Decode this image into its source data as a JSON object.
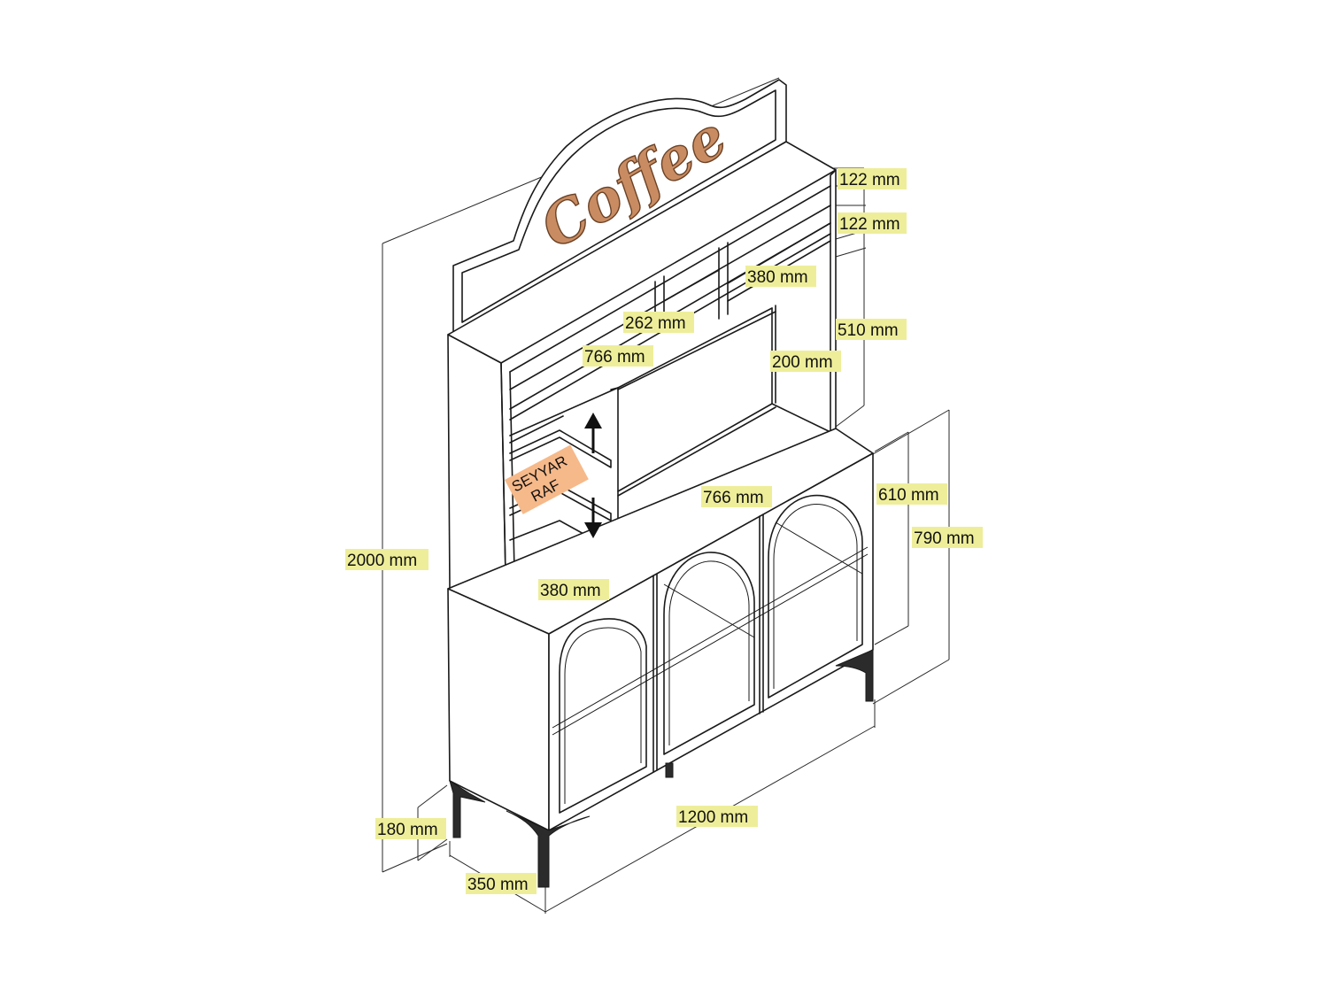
{
  "logo": {
    "text": "Coffee",
    "color": "#c98c62"
  },
  "shelf_tag": {
    "line1": "SEYYAR",
    "line2": "RAF",
    "color": "#f6b98a"
  },
  "label_color": "#eeee9a",
  "dimensions": {
    "top_panel": "122 mm",
    "top_shelf": "122 mm",
    "upper_right_depth": "380 mm",
    "upper_mid_width": "262 mm",
    "upper_right_height": "510 mm",
    "upper_width": "766 mm",
    "upper_inner_depth": "200 mm",
    "mid_width": "766 mm",
    "hutch_height": "610 mm",
    "cabinet_height": "790 mm",
    "total_height": "2000 mm",
    "lower_depth": "380 mm",
    "total_width": "1200 mm",
    "leg_height": "180 mm",
    "total_depth": "350 mm"
  }
}
